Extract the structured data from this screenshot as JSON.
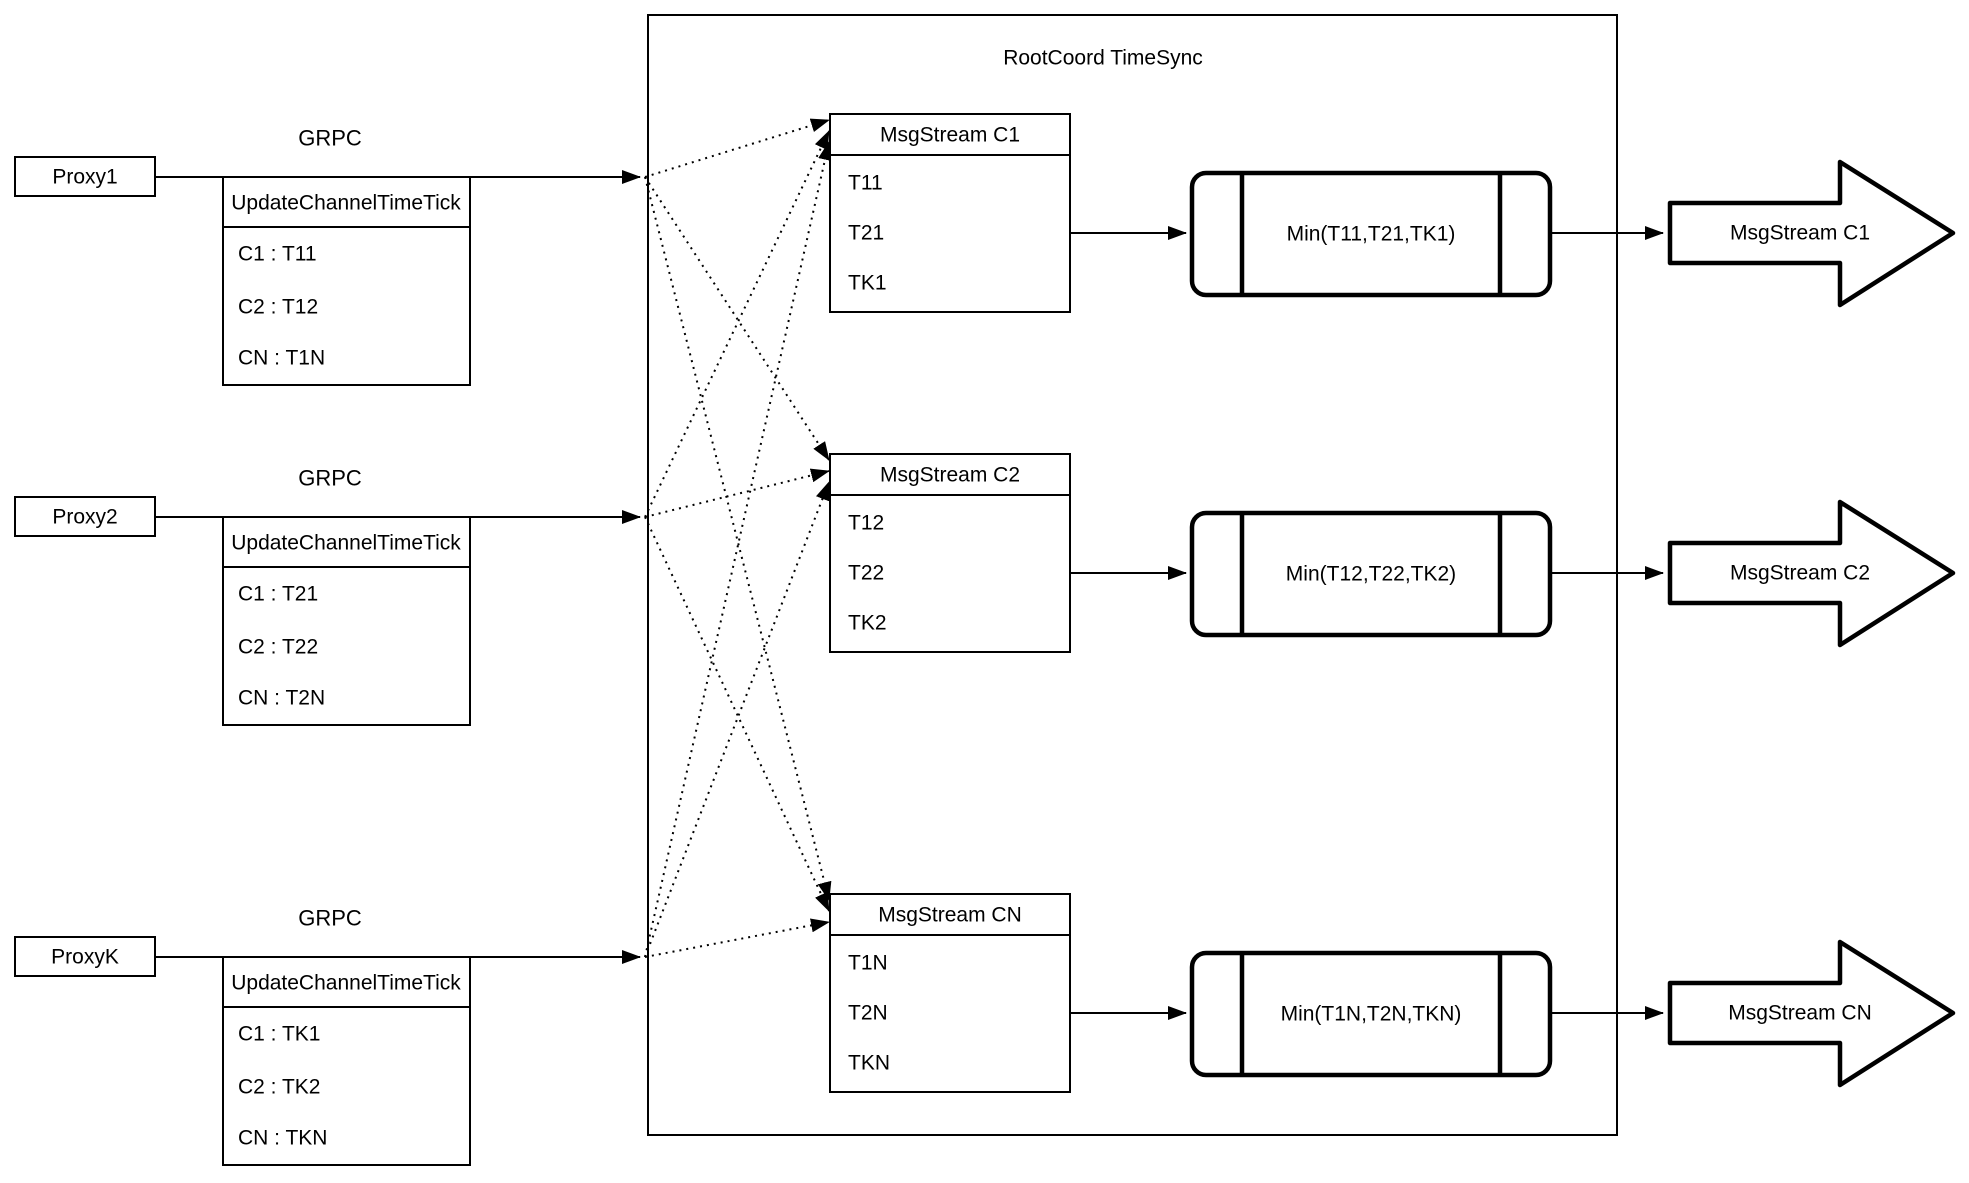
{
  "diagram": {
    "container_title": "RootCoord TimeSync",
    "colors": {
      "stroke": "#000000",
      "background": "#ffffff"
    },
    "proxies": [
      {
        "name": "Proxy1",
        "grpc_label": "GRPC",
        "table_header": "UpdateChannelTimeTick",
        "rows": [
          "C1 : T11",
          "C2 : T12",
          "CN : T1N"
        ]
      },
      {
        "name": "Proxy2",
        "grpc_label": "GRPC",
        "table_header": "UpdateChannelTimeTick",
        "rows": [
          "C1 : T21",
          "C2 : T22",
          "CN : T2N"
        ]
      },
      {
        "name": "ProxyK",
        "grpc_label": "GRPC",
        "table_header": "UpdateChannelTimeTick",
        "rows": [
          "C1 : TK1",
          "C2 : TK2",
          "CN : TKN"
        ]
      }
    ],
    "streams": [
      {
        "header": "MsgStream C1",
        "rows": [
          "T11",
          "T21",
          "TK1"
        ],
        "min_label": "Min(T11,T21,TK1)",
        "output_label": "MsgStream C1"
      },
      {
        "header": "MsgStream C2",
        "rows": [
          "T12",
          "T22",
          "TK2"
        ],
        "min_label": "Min(T12,T22,TK2)",
        "output_label": "MsgStream C2"
      },
      {
        "header": "MsgStream CN",
        "rows": [
          "T1N",
          "T2N",
          "TKN"
        ],
        "min_label": "Min(T1N,T2N,TKN)",
        "output_label": "MsgStream CN"
      }
    ]
  }
}
